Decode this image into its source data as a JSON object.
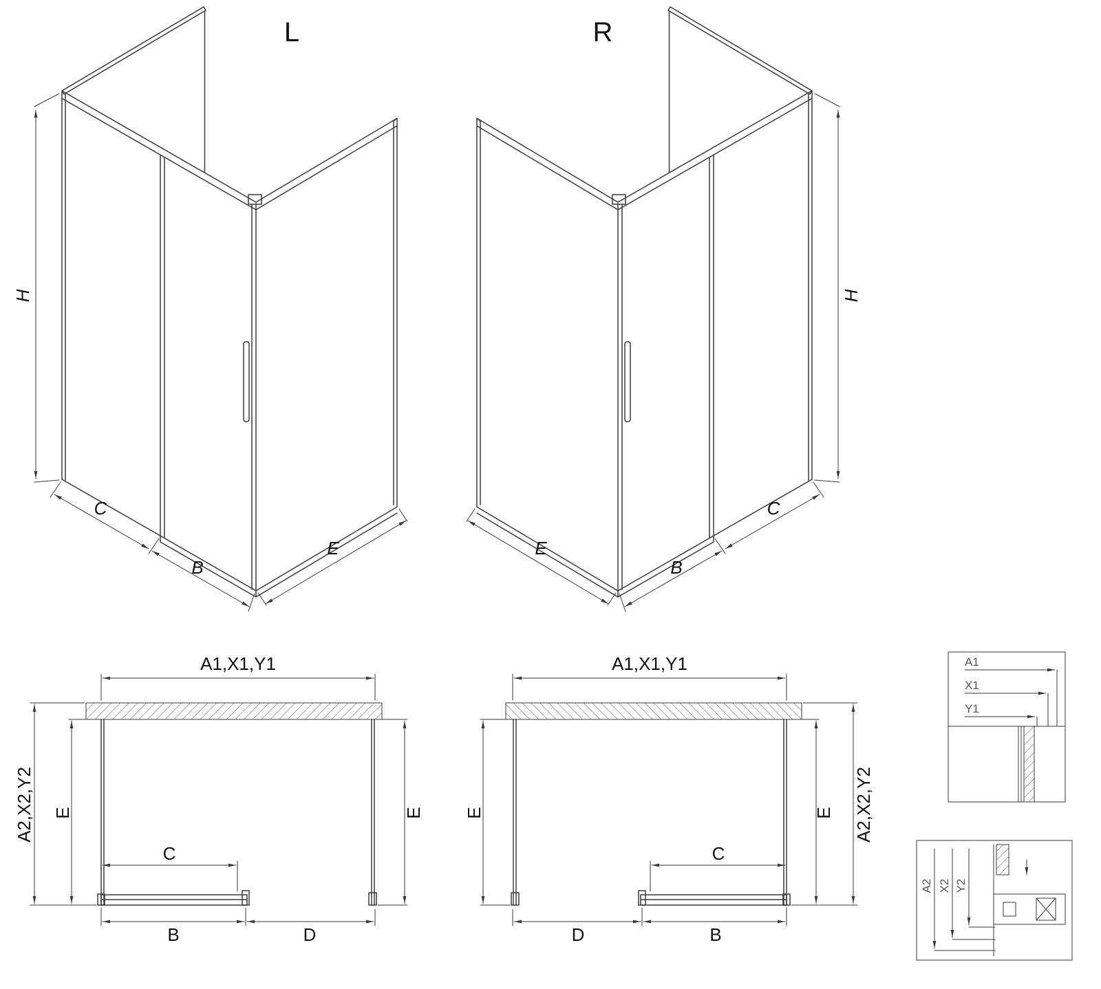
{
  "iso_left": {
    "label": "L",
    "dim_height": "H",
    "dim_panel": "C",
    "dim_door": "B",
    "dim_side": "E"
  },
  "iso_right": {
    "label": "R",
    "dim_height": "H",
    "dim_panel": "C",
    "dim_door": "B",
    "dim_side": "E"
  },
  "plan_left": {
    "dim_width": "A1,X1,Y1",
    "dim_depth": "A2,X2,Y2",
    "dim_side_left": "E",
    "dim_side_right": "E",
    "dim_panel": "C",
    "dim_door": "B",
    "dim_opening": "D"
  },
  "plan_right": {
    "dim_width": "A1,X1,Y1",
    "dim_depth": "A2,X2,Y2",
    "dim_side_left": "E",
    "dim_side_right": "E",
    "dim_panel": "C",
    "dim_door": "B",
    "dim_opening": "D"
  },
  "detail_width": {
    "dim_a": "A1",
    "dim_x": "X1",
    "dim_y": "Y1"
  },
  "detail_depth": {
    "dim_a": "A2",
    "dim_x": "X2",
    "dim_y": "Y2"
  },
  "colors": {
    "line": "#3a3a3a",
    "text": "#111111",
    "detail_text": "#555555",
    "background": "#ffffff"
  }
}
